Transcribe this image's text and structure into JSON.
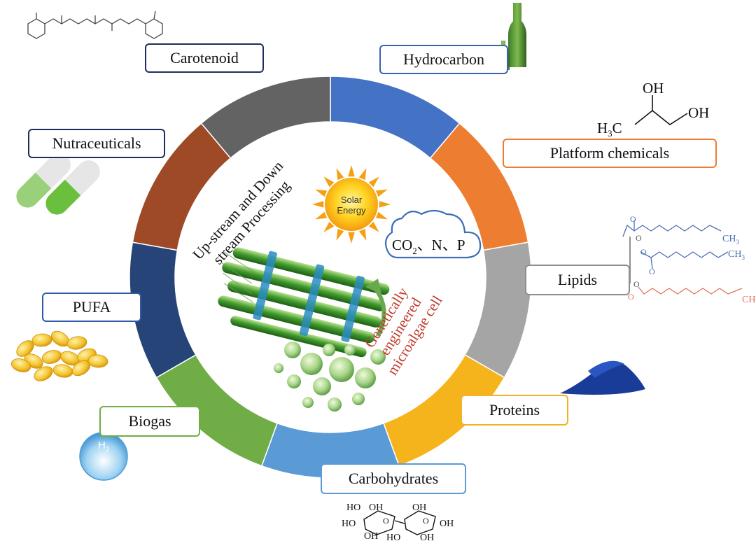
{
  "center": {
    "process_text": [
      "Up-stream and Down",
      "stream Processing"
    ],
    "sun_text": [
      "Solar",
      "Energy"
    ],
    "cloud_text": {
      "main": "CO",
      "sub": "2",
      "rest": "、N、P"
    },
    "cell_text": [
      "Genetically",
      "engineered",
      "microalgae cell"
    ]
  },
  "segments": [
    {
      "label": "Hydrocarbon",
      "color": "#4472c4"
    },
    {
      "label": "Platform chemicals",
      "color": "#ed7d31"
    },
    {
      "label": "Lipids",
      "color": "#a5a5a5"
    },
    {
      "label": "Proteins",
      "color": "#f5b41c"
    },
    {
      "label": "Carbohydrates",
      "color": "#5b9bd5"
    },
    {
      "label": "Biogas",
      "color": "#70ad47"
    },
    {
      "label": "PUFA",
      "color": "#264478"
    },
    {
      "label": "Nutraceuticals",
      "color": "#9e4a26"
    },
    {
      "label": "Carotenoid",
      "color": "#636363"
    }
  ],
  "chem": {
    "oh_top": "OH",
    "oh_right": "OH",
    "h3c": "H",
    "h3c_sub": "3",
    "h3c_c": "C",
    "ch3": "CH",
    "ch3_sub": "3",
    "o": "O",
    "h2": "H",
    "h2_sub": "2",
    "sugar_oh": "HO",
    "sugar_oh2": "OH",
    "sugar_o": "O"
  }
}
